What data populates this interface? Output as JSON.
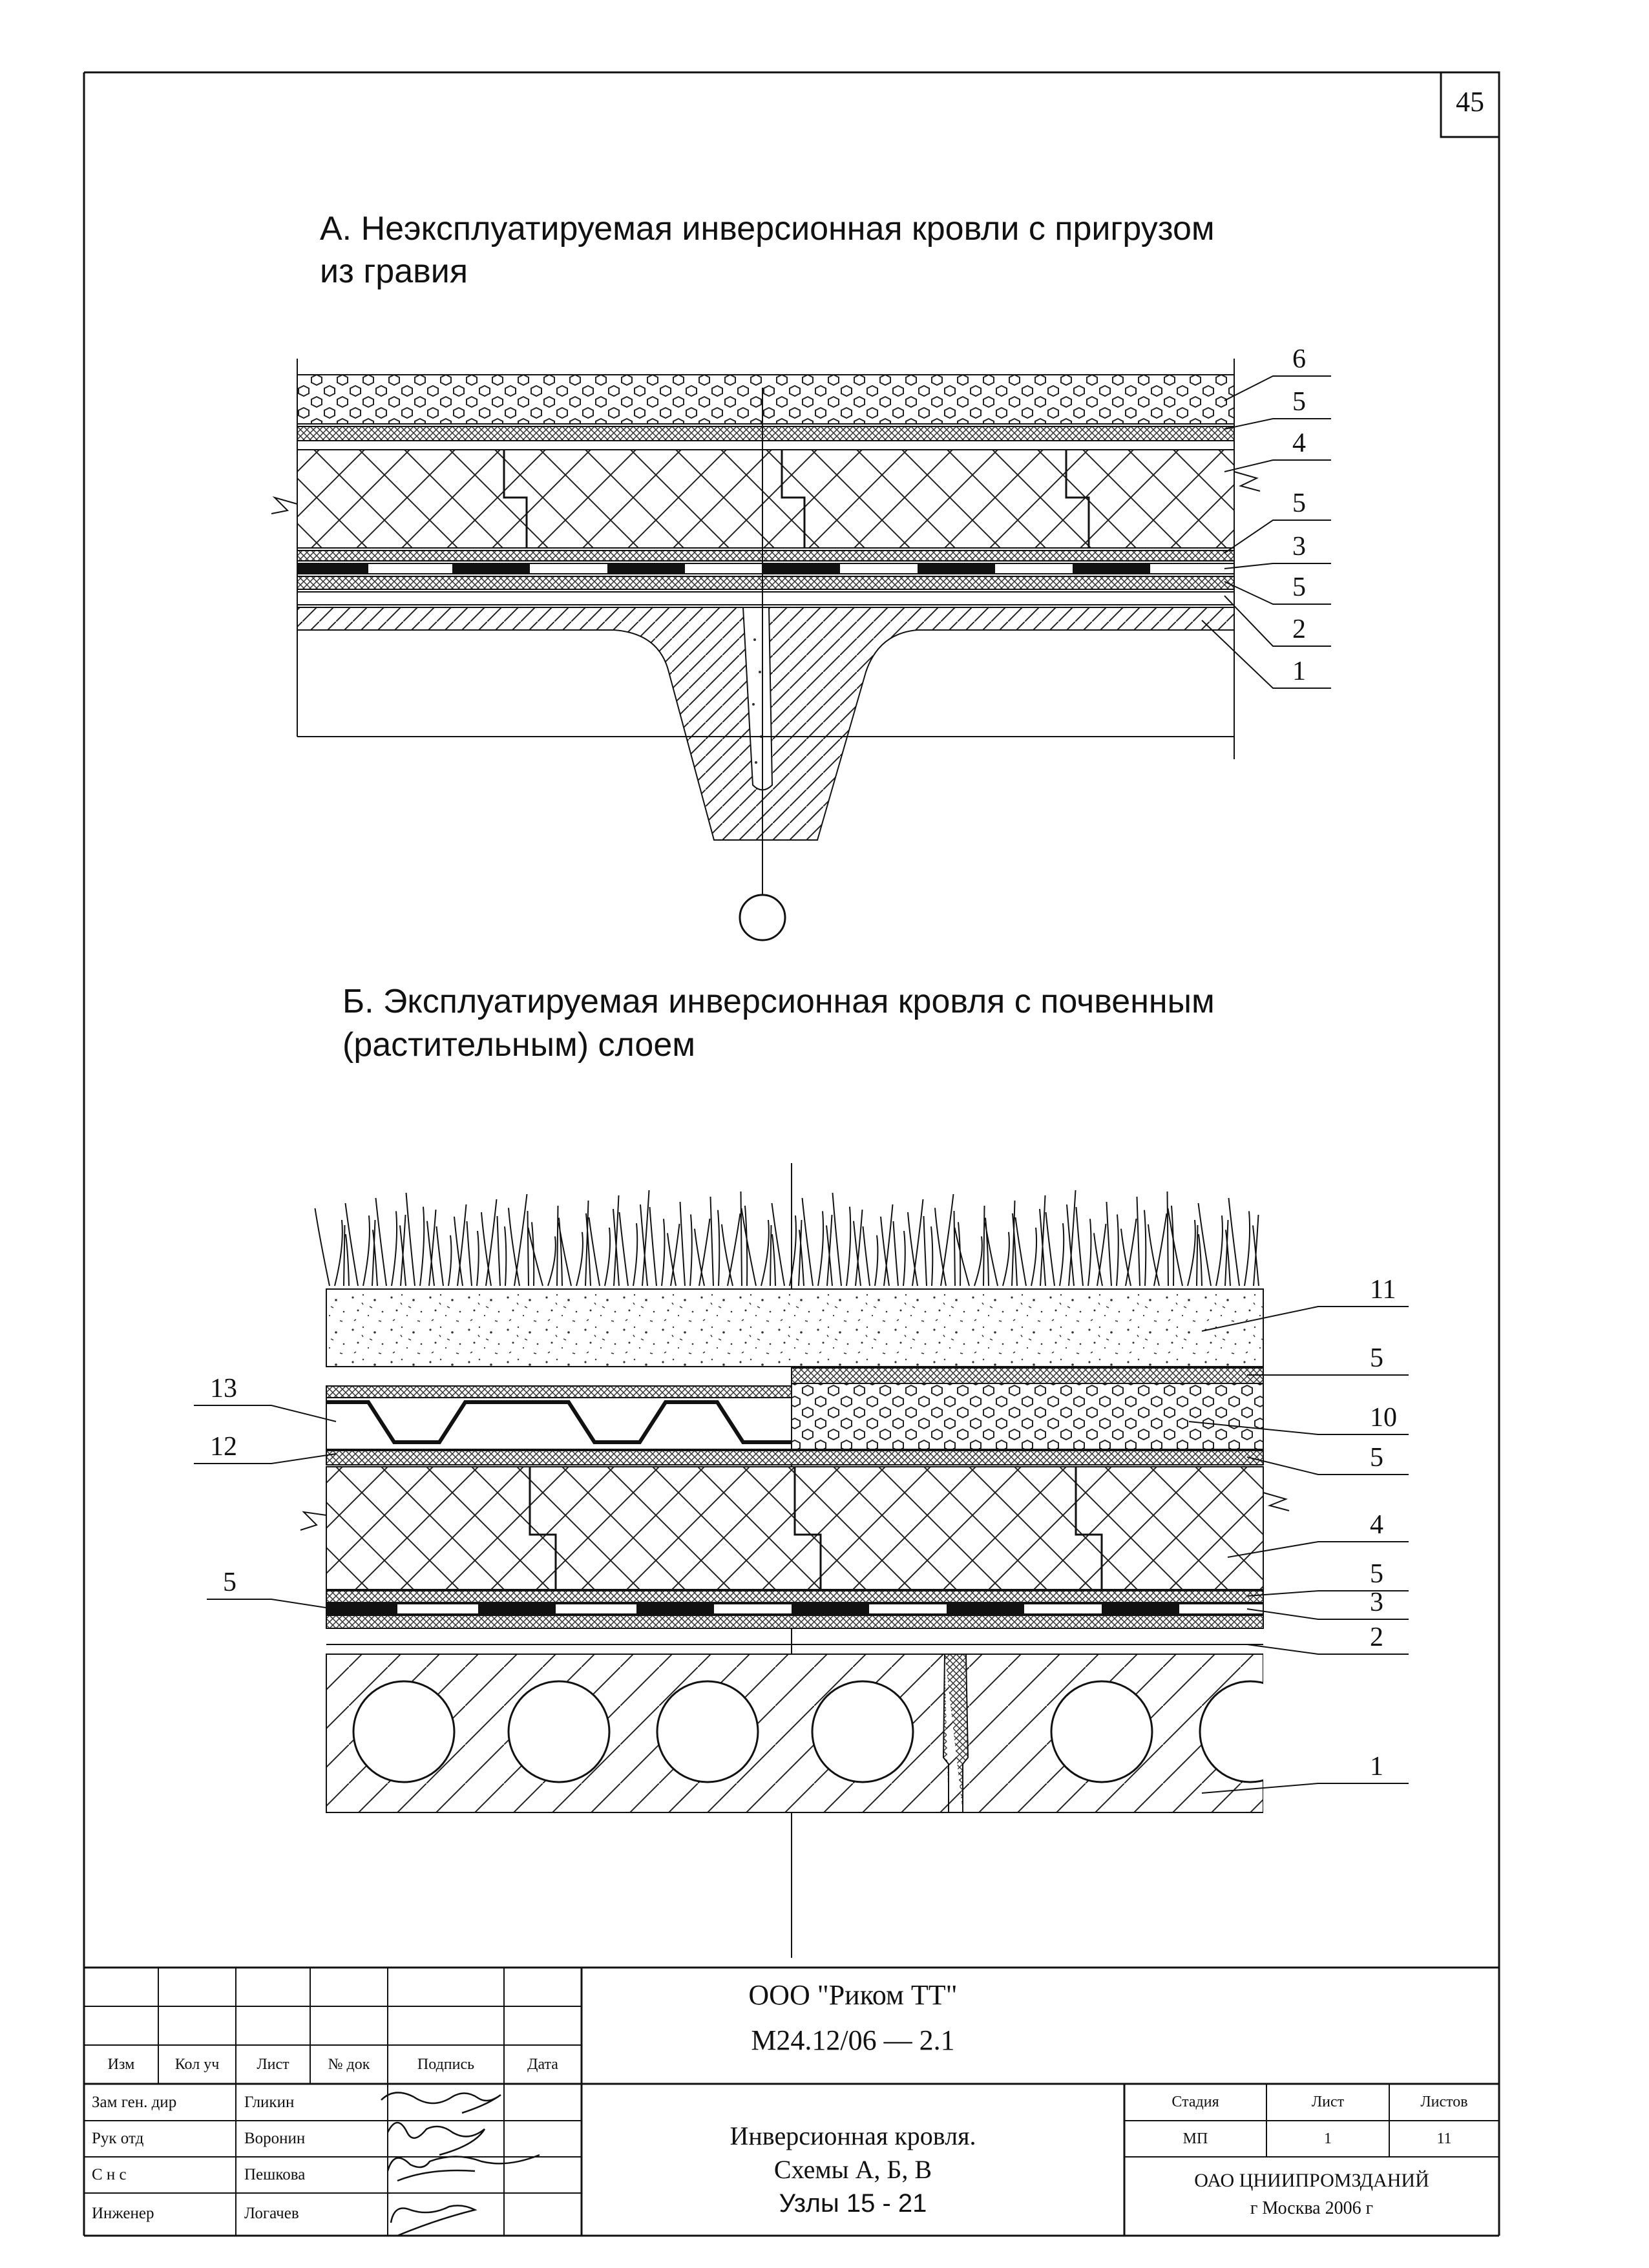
{
  "sheet_number": "45",
  "section_a": {
    "title_line1": "А. Неэксплуатируемая инверсионная кровли с пригрузом",
    "title_line2": "из гравия",
    "callouts": [
      "6",
      "5",
      "4",
      "5",
      "3",
      "5",
      "2",
      "1"
    ]
  },
  "section_b": {
    "title_line1": "Б. Эксплуатируемая инверсионная кровля с почвенным",
    "title_line2": "(растительным) слоем",
    "callouts_right": [
      "11",
      "5",
      "10",
      "5",
      "4",
      "5",
      "3",
      "2",
      "1"
    ],
    "callouts_left": [
      "13",
      "12",
      "5"
    ]
  },
  "title_block": {
    "company": "ООО \"Риком ТТ\"",
    "doc_code": "М24.12/06 — 2.1",
    "header_cols": [
      "Изм",
      "Кол уч",
      "Лист",
      "№ док",
      "Подпись",
      "Дата"
    ],
    "signatories": [
      {
        "role": "Зам ген. дир",
        "name": "Гликин"
      },
      {
        "role": "Рук отд",
        "name": "Воронин"
      },
      {
        "role": "С н с",
        "name": "Пешкова"
      },
      {
        "role": "Инженер",
        "name": "Логачев"
      }
    ],
    "description": [
      "Инверсионная кровля.",
      "Схемы А, Б, В",
      "Узлы 15 - 21"
    ],
    "stage_header": "Стадия",
    "sheet_header": "Лист",
    "sheets_header": "Листов",
    "stage": "МП",
    "sheet": "1",
    "sheets": "11",
    "org": "ОАО ЦНИИПРОМЗДАНИЙ",
    "city_year": "г Москва 2006 г"
  }
}
